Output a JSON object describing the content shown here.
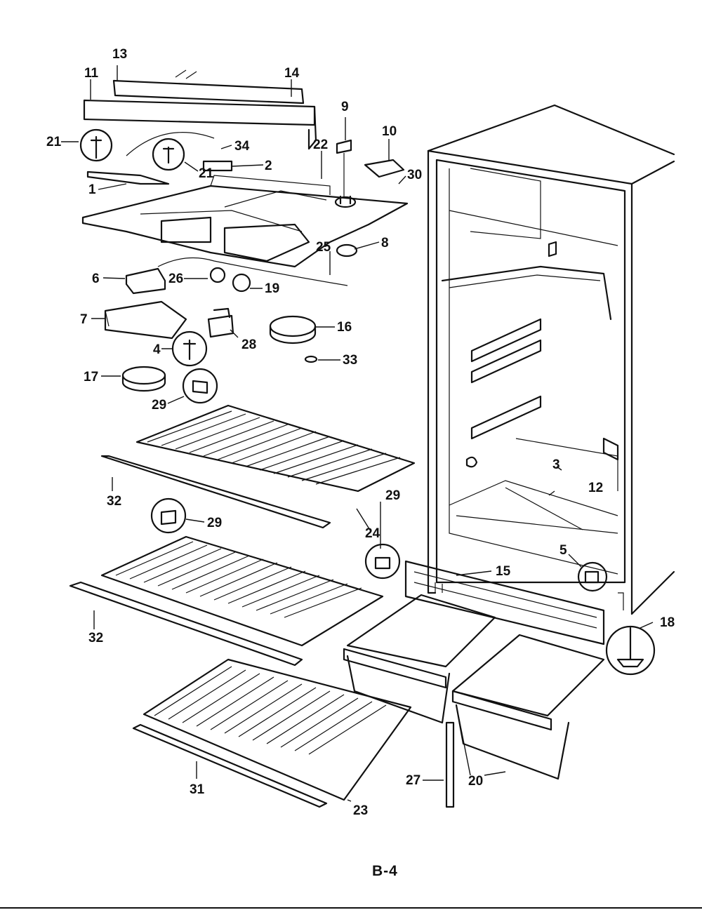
{
  "page_code": "B-4",
  "callouts": {
    "c1": "1",
    "c2": "2",
    "c3": "3",
    "c4": "4",
    "c5": "5",
    "c6": "6",
    "c7": "7",
    "c8": "8",
    "c9": "9",
    "c10": "10",
    "c11": "11",
    "c12": "12",
    "c13": "13",
    "c14": "14",
    "c15": "15",
    "c16": "16",
    "c17": "17",
    "c18": "18",
    "c19": "19",
    "c20": "20",
    "c21a": "21",
    "c21b": "21",
    "c22": "22",
    "c23": "23",
    "c24": "24",
    "c25": "25",
    "c26": "26",
    "c27": "27",
    "c28": "28",
    "c29a": "29",
    "c29b": "29",
    "c29c": "29",
    "c30": "30",
    "c31": "31",
    "c32a": "32",
    "c32b": "32",
    "c33": "33",
    "c34": "34"
  }
}
